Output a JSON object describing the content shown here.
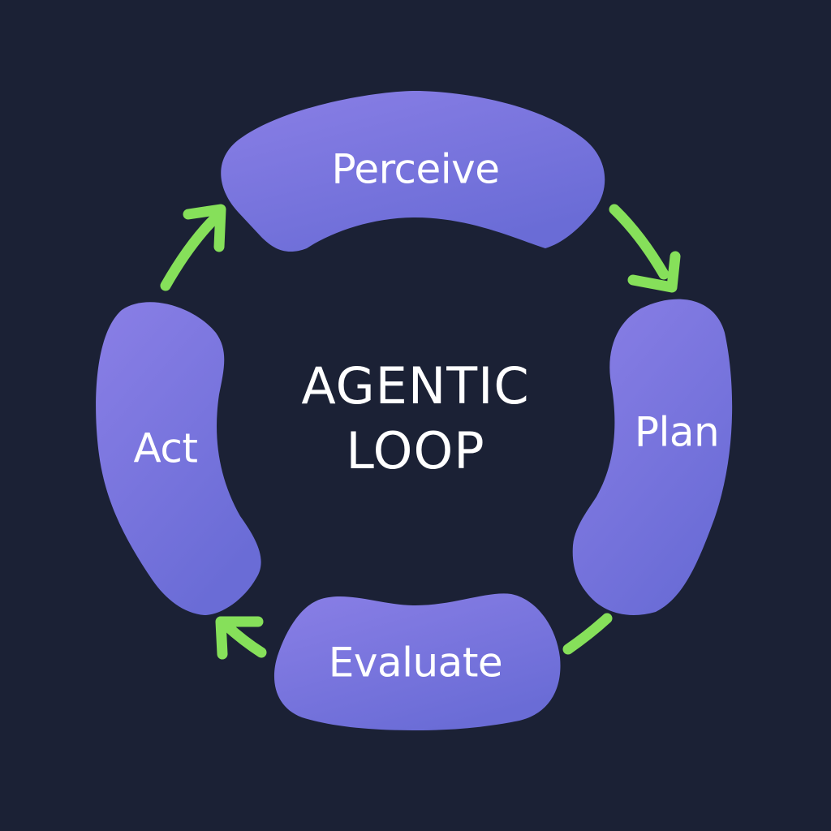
{
  "title": {
    "line1": "AGENTIC",
    "line2": "LOOP"
  },
  "stages": {
    "perceive": "Perceive",
    "plan": "Plan",
    "evaluate": "Evaluate",
    "act": "Act"
  },
  "colors": {
    "background": "#1b2135",
    "segment_light": "#8a7fe6",
    "segment_dark": "#6a6cd6",
    "arrow": "#86e05a",
    "text": "#ffffff"
  },
  "icons": {
    "cycle_arrows": "arrow-icon"
  }
}
